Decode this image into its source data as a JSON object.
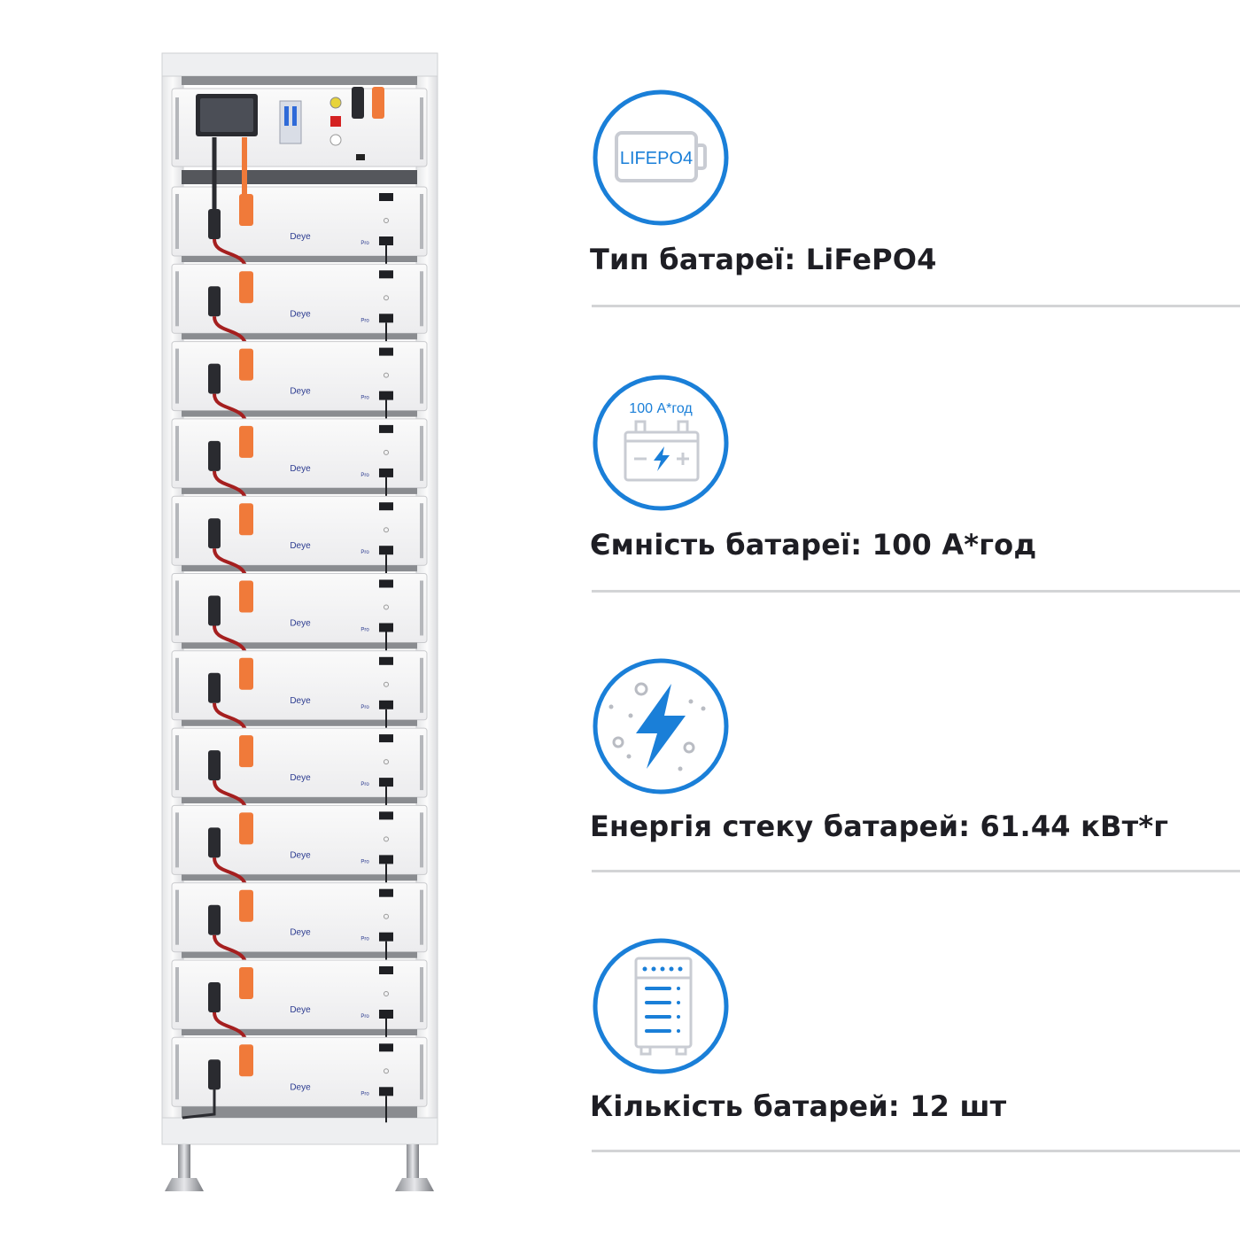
{
  "product": {
    "brand_label": "Deye",
    "module_model_label": "Pro",
    "module_count": 12
  },
  "specs": [
    {
      "icon": "lifepo4-battery-icon",
      "badge": "LIFEPO4",
      "label": "Тип батареї: LiFePO4"
    },
    {
      "icon": "battery-capacity-icon",
      "badge": "100 А*год",
      "label": "Ємність батареї: 100 А*год"
    },
    {
      "icon": "lightning-energy-icon",
      "label": "Енергія стеку батарей: 61.44 кВт*г"
    },
    {
      "icon": "battery-rack-icon",
      "label": "Кількість батарей: 12 шт"
    }
  ],
  "colors": {
    "accent_blue": "#1a7fd8",
    "cable_orange": "#f07a3a",
    "cable_red": "#a51f1f",
    "text_dark": "#1e1e24",
    "divider": "#d3d4d6"
  }
}
